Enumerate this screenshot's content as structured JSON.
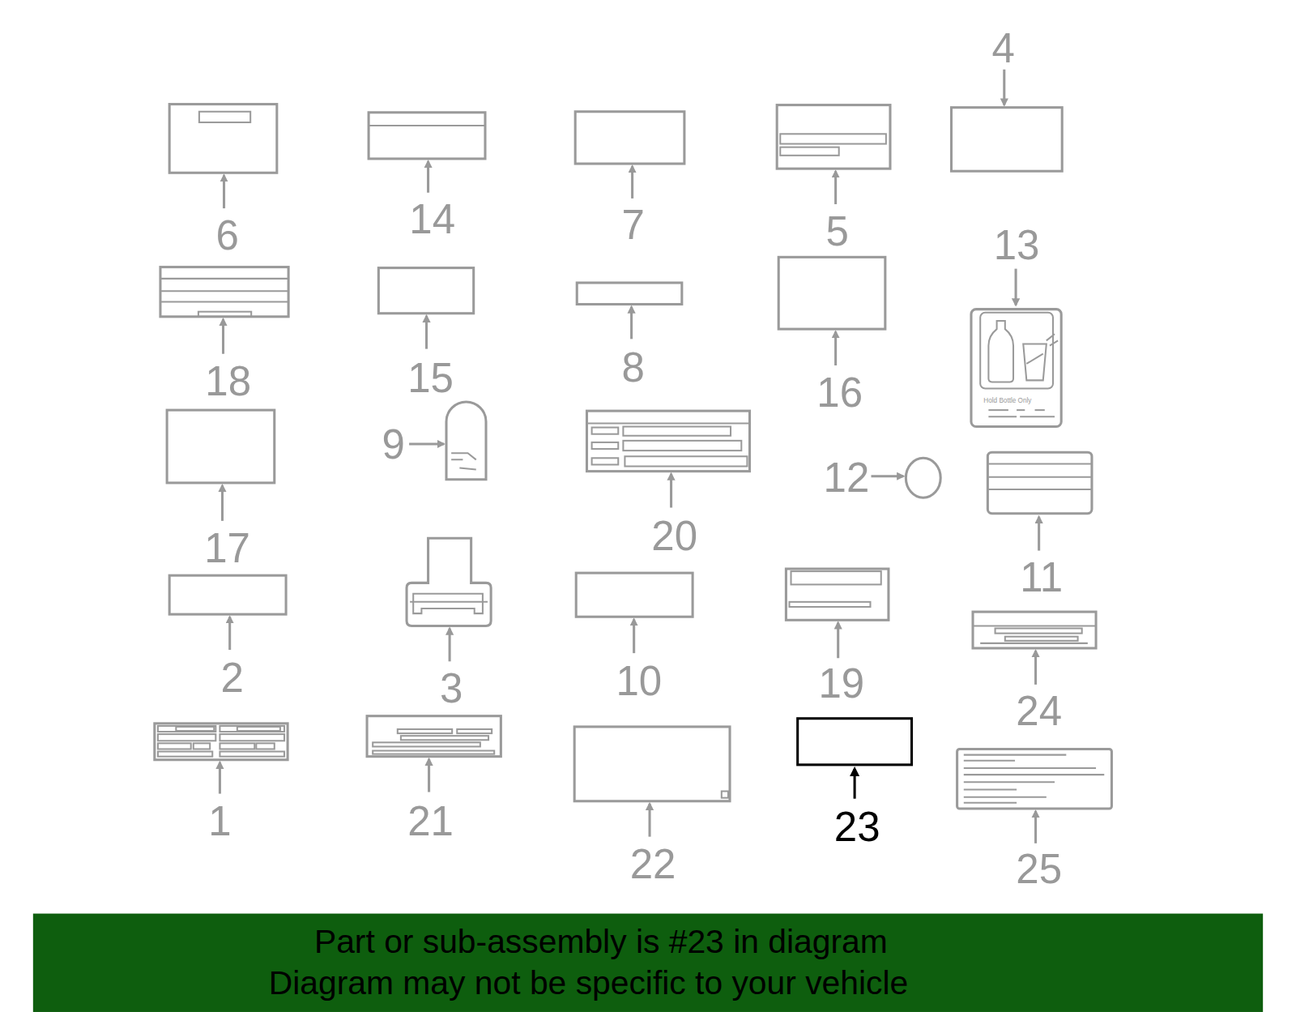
{
  "diagram": {
    "labels": [
      "4",
      "6",
      "14",
      "7",
      "5",
      "13",
      "Hold Bottle Only",
      "18",
      "15",
      "8",
      "16",
      "9",
      "20",
      "12",
      "17",
      "11",
      "2",
      "3",
      "10",
      "19",
      "24",
      "1",
      "21",
      "22",
      "23",
      "25",
      "Part or sub-assembly is #23 in diagram",
      "Diagram may not be specific to your vehicle"
    ]
  }
}
